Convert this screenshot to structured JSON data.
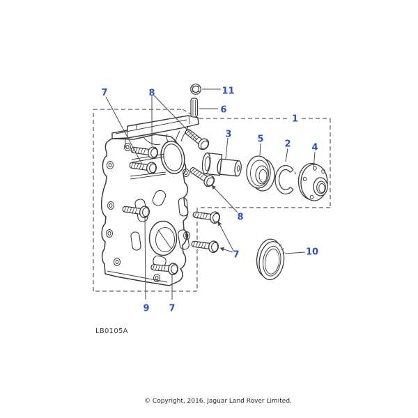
{
  "figure": {
    "code": "LB0105A",
    "copyright": "© Copyright, 2016. Jaguar Land Rover Limited."
  },
  "colors": {
    "callout": "#2a52cc",
    "line_art": "#3a3a3a",
    "dashed_box": "#5a5a5a"
  },
  "callouts": [
    {
      "id": "7-top-left",
      "text": "7"
    },
    {
      "id": "8-top",
      "text": "8"
    },
    {
      "id": "11-nut",
      "text": "11"
    },
    {
      "id": "6-stud",
      "text": "6"
    },
    {
      "id": "1-kit-box",
      "text": "1"
    },
    {
      "id": "3-spacer",
      "text": "3"
    },
    {
      "id": "5-bearing",
      "text": "5"
    },
    {
      "id": "2-circlip",
      "text": "2"
    },
    {
      "id": "4-flange",
      "text": "4"
    },
    {
      "id": "8-right",
      "text": "8"
    },
    {
      "id": "7-right",
      "text": "7"
    },
    {
      "id": "10-oil-seal",
      "text": "10"
    },
    {
      "id": "9-bottom",
      "text": "9"
    },
    {
      "id": "7-bottom",
      "text": "7"
    }
  ]
}
